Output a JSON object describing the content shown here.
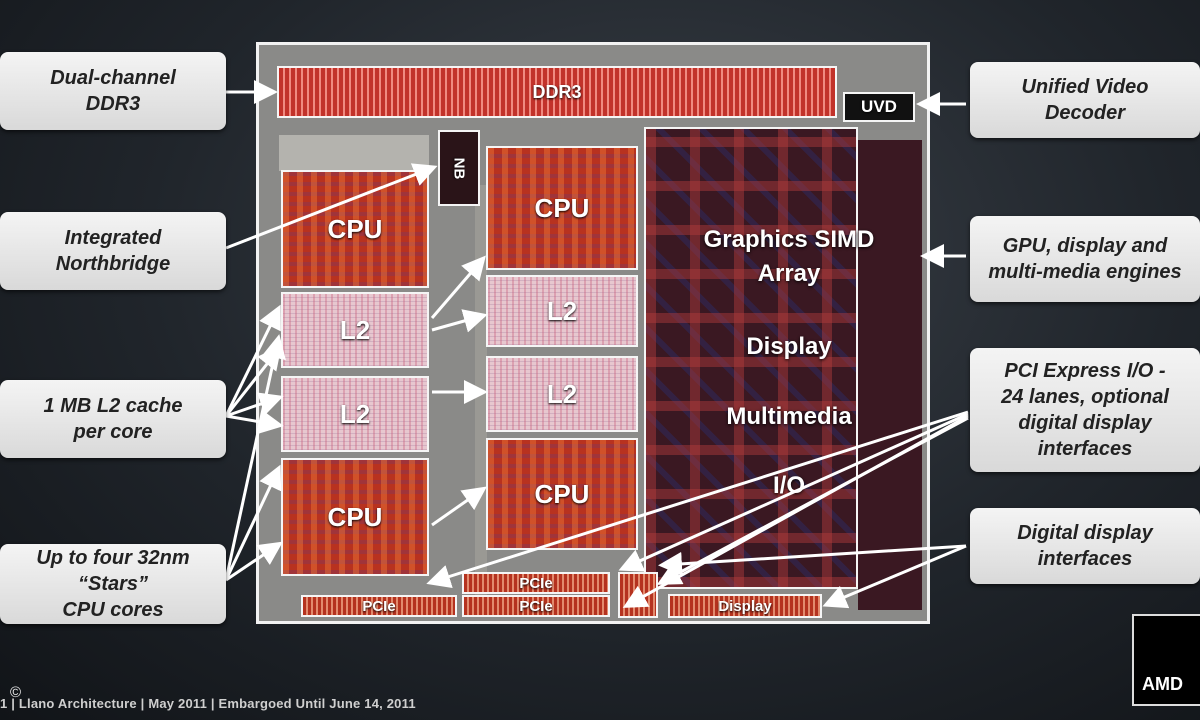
{
  "callouts": {
    "ddr3": "Dual-channel\nDDR3",
    "northbridge": "Integrated\nNorthbridge",
    "l2": "1 MB L2 cache\nper core",
    "cores": "Up to four 32nm\n“Stars”\nCPU cores",
    "uvd": "Unified Video\nDecoder",
    "gpu": "GPU, display and\nmulti-media engines",
    "pcie": "PCI Express I/O -\n24 lanes, optional\ndigital display\ninterfaces",
    "digital": "Digital display\ninterfaces"
  },
  "die": {
    "ddr3": "DDR3",
    "uvd": "UVD",
    "nb": "NB",
    "cpu": "CPU",
    "l2": "L2",
    "gpu_lines": [
      "Graphics SIMD",
      "Array",
      "Display",
      "Multimedia",
      "I/O"
    ],
    "pcie": "PCIe",
    "display": "Display"
  },
  "footer": {
    "text": "1  |  Llano Architecture  |  May 2011  |  Embargoed Until June 14, 2011",
    "copyright": "©",
    "logo": "AMD"
  },
  "colors": {
    "die_red": "#b8321f",
    "l2_pink": "#e7c7cf",
    "callout_bg": "#e8e8e8",
    "background": "#20252b"
  }
}
